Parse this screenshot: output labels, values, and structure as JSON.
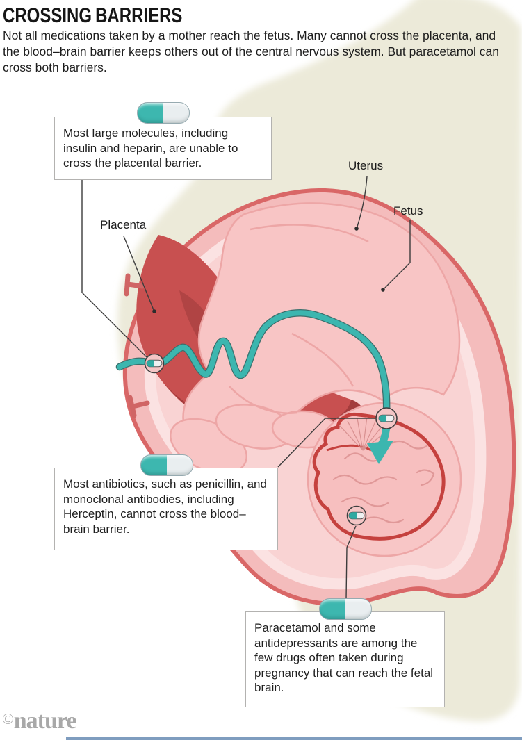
{
  "title": "CROSSING BARRIERS",
  "intro": "Not all medications taken by a mother reach the fetus. Many cannot cross the placenta, and the blood–brain barrier keeps others out of the central nervous system. But paracetamol can cross both barriers.",
  "labels": {
    "placenta": "Placenta",
    "uterus": "Uterus",
    "fetus": "Fetus"
  },
  "callouts": {
    "placental_barrier": "Most large molecules, including insulin and heparin, are unable to cross the placental barrier.",
    "blood_brain_barrier": "Most antibiotics, such as penicillin, and monoclonal antibodies, including Herceptin, cannot cross the blood–brain barrier.",
    "paracetamol": "Paracetamol and some antidepressants are among the few drugs often taken during pregnancy that can reach the fetal brain."
  },
  "logo": {
    "copyright": "©",
    "brand": "nature"
  },
  "colors": {
    "capsule_teal": "#3db7af",
    "capsule_white": "#e9eef0",
    "cord_teal": "#3cb6af",
    "uterus_border": "#d96767",
    "uterus_fill": "#f4bcbc",
    "cavity_fill": "#f9d3d3",
    "fetus_fill": "#f8c5c5",
    "placenta_red": "#c85050",
    "brain_outline": "#c5413e",
    "backdrop_beige": "#ecead9",
    "logo_gray": "#a8a8a8",
    "bottom_bar_blue": "#7f9dbf"
  }
}
